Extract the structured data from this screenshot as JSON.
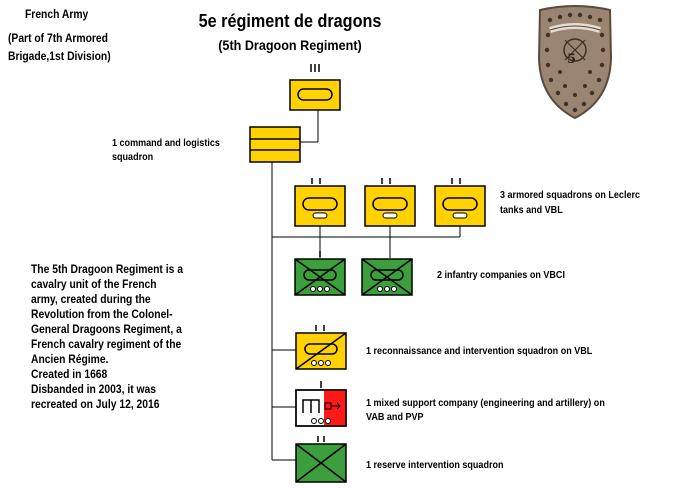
{
  "header": {
    "army": "French Army",
    "affiliation_line1": "(Part of 7th Armored",
    "affiliation_line2": "Brigade,1st Division)"
  },
  "title": {
    "main": "5e régiment de dragons",
    "sub": "(5th Dragoon Regiment)"
  },
  "insignia": {
    "icon": "regimental-shield-insignia",
    "number": "5",
    "color": "#9a8472"
  },
  "units": [
    {
      "label": "1 command and logistics",
      "label2": "squadron",
      "icon": "command-logistics-symbol"
    },
    {
      "label": "3 armored squadrons on Leclerc",
      "label2": "tanks and VBL",
      "icon": "armored-squadron-symbol"
    },
    {
      "label": "2 infantry companies on VBCI",
      "icon": "mechanized-infantry-symbol"
    },
    {
      "label": "1 reconnaissance and intervention squadron on VBL",
      "icon": "reconnaissance-squadron-symbol"
    },
    {
      "label": "1 mixed support company (engineering and artillery) on",
      "label2": "VAB and PVP",
      "icon": "engineer-artillery-symbol"
    },
    {
      "label": "1 reserve intervention squadron",
      "icon": "reserve-infantry-symbol"
    }
  ],
  "description": [
    "The 5th Dragoon Regiment is a",
    "cavalry unit of the French",
    "army, created during the",
    "Revolution from the Colonel-",
    "General Dragoons Regiment, a",
    "French cavalry regiment of the",
    "Ancien Régime.",
    "Created in 1668",
    "Disbanded in 2003, it was",
    "recreated on July 12, 2016"
  ],
  "colors": {
    "cavalry": "#ffd200",
    "infantry": "#3d9e3d",
    "artillery": "#ff1a1a",
    "line": "#000000"
  }
}
